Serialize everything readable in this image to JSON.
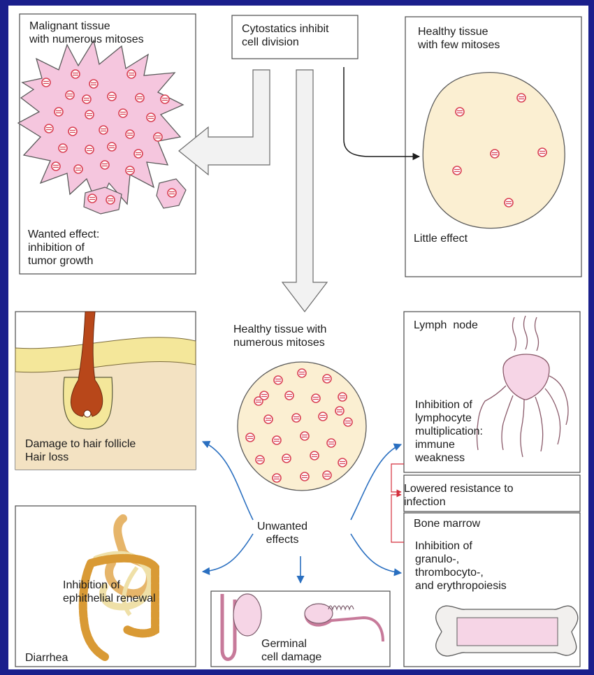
{
  "colors": {
    "outer_background": "#1a1f8c",
    "malignant_tissue": "#f5c6de",
    "healthy_tissue": "#fbefd2",
    "lymph_node": "#f6d5e6",
    "hair_skin": "#f3e2c2",
    "hair_fat_layer": "#f4e79a",
    "hair_shaft": "#b8471a",
    "intestine": "#d99a35",
    "mitosis_marker": "#d94053",
    "blue_arrow": "#2a6fc0",
    "red_connector": "#d42f3c"
  },
  "panels": {
    "center_top": {
      "text": "Cytostatics inhibit\ncell division"
    },
    "malignant": {
      "title": "Malignant tissue\nwith numerous mitoses",
      "effect": "Wanted effect:\ninhibition of\ntumor growth"
    },
    "healthy_few": {
      "title": "Healthy tissue\nwith few mitoses",
      "effect": "Little effect"
    },
    "healthy_numerous": {
      "title": "Healthy tissue with\nnumerous mitoses"
    },
    "unwanted": {
      "text": "Unwanted\neffects"
    },
    "hair": {
      "caption": "Damage to hair follicle\nHair loss"
    },
    "intestine": {
      "caption": "Inhibition of\nephithelial renewal",
      "effect": "Diarrhea"
    },
    "germinal": {
      "caption": "Germinal\ncell damage"
    },
    "lymph": {
      "title": "Lymph  node",
      "caption": "Inhibition of\nlymphocyte\nmultiplication:\nimmune\nweakness"
    },
    "resistance": {
      "text": "Lowered resistance to\ninfection"
    },
    "marrow": {
      "title": "Bone marrow",
      "caption": "Inhibition of\ngranulo-,\nthrombocyto-,\nand erythropoiesis"
    }
  }
}
